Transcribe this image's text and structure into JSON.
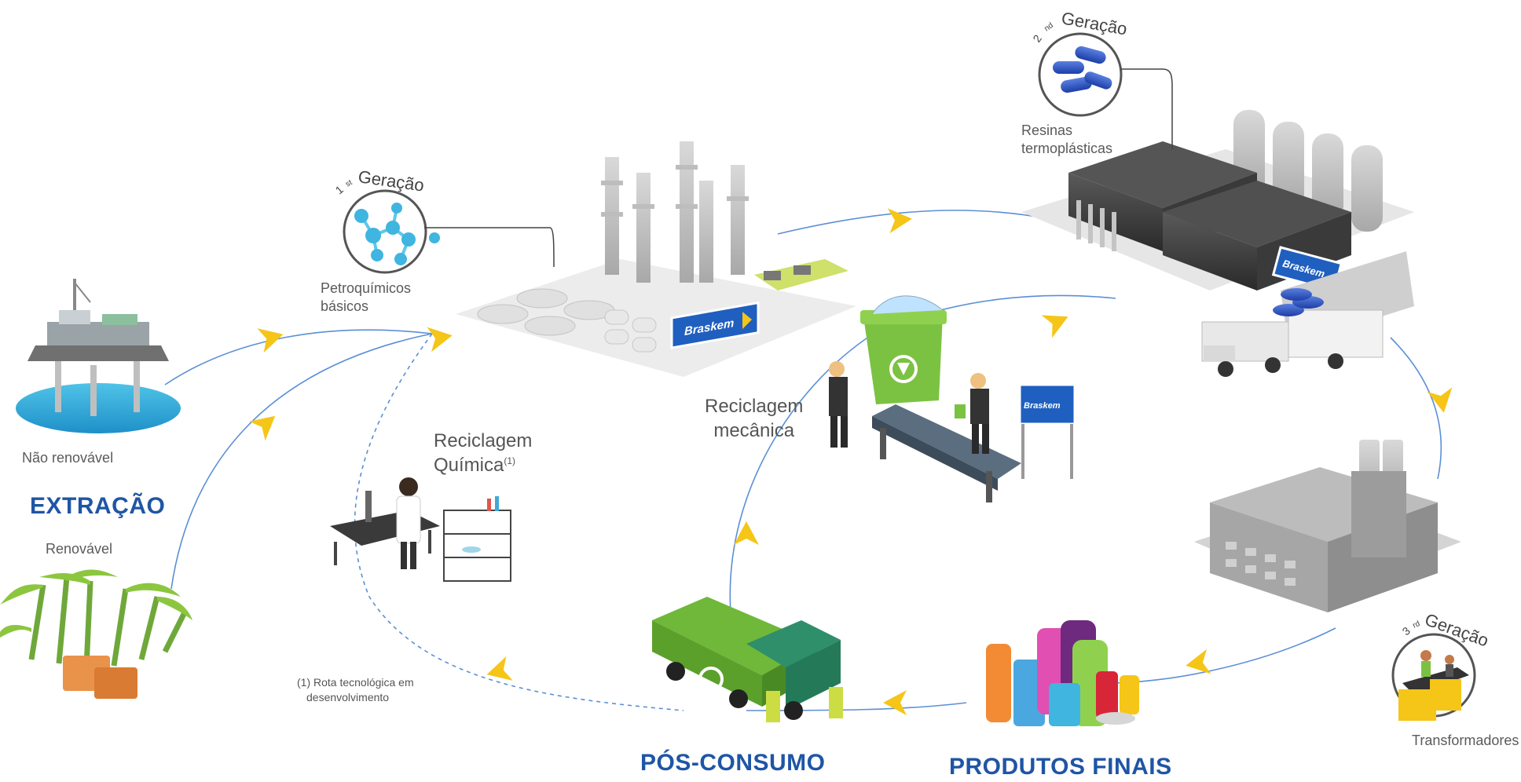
{
  "generations": {
    "first": {
      "ordinal": "1",
      "suffix": "st",
      "word": "Geração"
    },
    "second": {
      "ordinal": "2",
      "suffix": "nd",
      "word": "Geração"
    },
    "third": {
      "ordinal": "3",
      "suffix": "rd",
      "word": "Geração"
    }
  },
  "labels": {
    "nao_renovavel": "Não renovável",
    "renovavel": "Renovável",
    "petroquimicos_line1": "Petroquímicos",
    "petroquimicos_line2": "básicos",
    "resinas_line1": "Resinas",
    "resinas_line2": "termoplásticas",
    "transformadores": "Transformadores",
    "reciclagem_mecanica_line1": "Reciclagem",
    "reciclagem_mecanica_line2": "mecânica",
    "reciclagem_quimica_line1": "Reciclagem",
    "reciclagem_quimica_line2": "Química",
    "reciclagem_quimica_sup": "(1)",
    "footnote_line1": "(1) Rota tecnológica em",
    "footnote_line2": "desenvolvimento"
  },
  "headings": {
    "extracao": "EXTRAÇÃO",
    "pos_consumo": "PÓS-CONSUMO",
    "produtos_finais": "PRODUTOS FINAIS"
  },
  "brand": {
    "name": "Braskem"
  },
  "colors": {
    "flow_line": "#5b8fd6",
    "arrow": "#f5c518",
    "heading": "#1f55a5",
    "brand_blue": "#1f5fbf",
    "recycle_green": "#7cc242"
  }
}
